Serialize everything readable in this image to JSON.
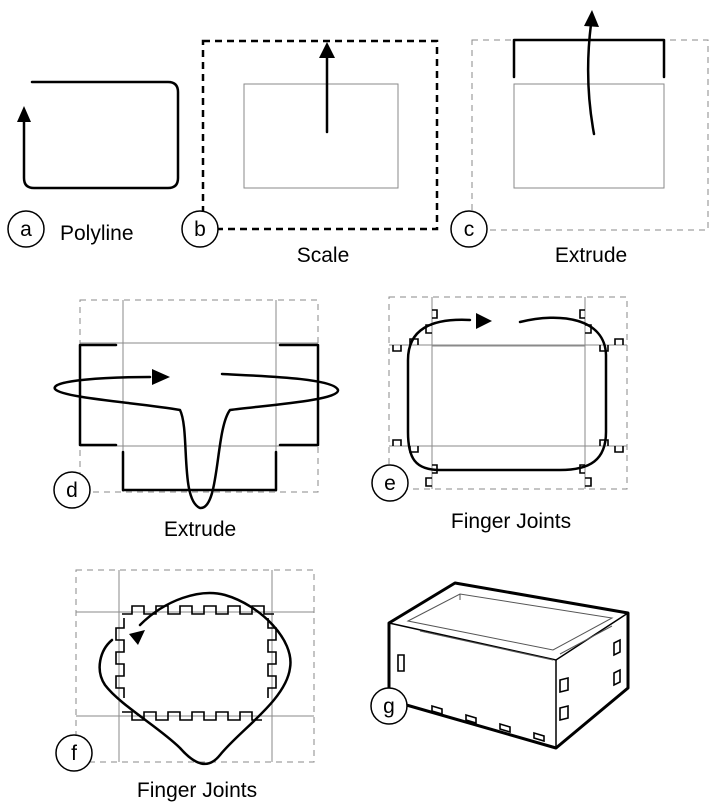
{
  "panels": [
    {
      "badge": "a",
      "caption": "Polyline"
    },
    {
      "badge": "b",
      "caption": "Scale"
    },
    {
      "badge": "c",
      "caption": "Extrude"
    },
    {
      "badge": "d",
      "caption": "Extrude"
    },
    {
      "badge": "e",
      "caption": "Finger Joints"
    },
    {
      "badge": "f",
      "caption": "Finger Joints"
    },
    {
      "badge": "g",
      "caption": ""
    }
  ]
}
